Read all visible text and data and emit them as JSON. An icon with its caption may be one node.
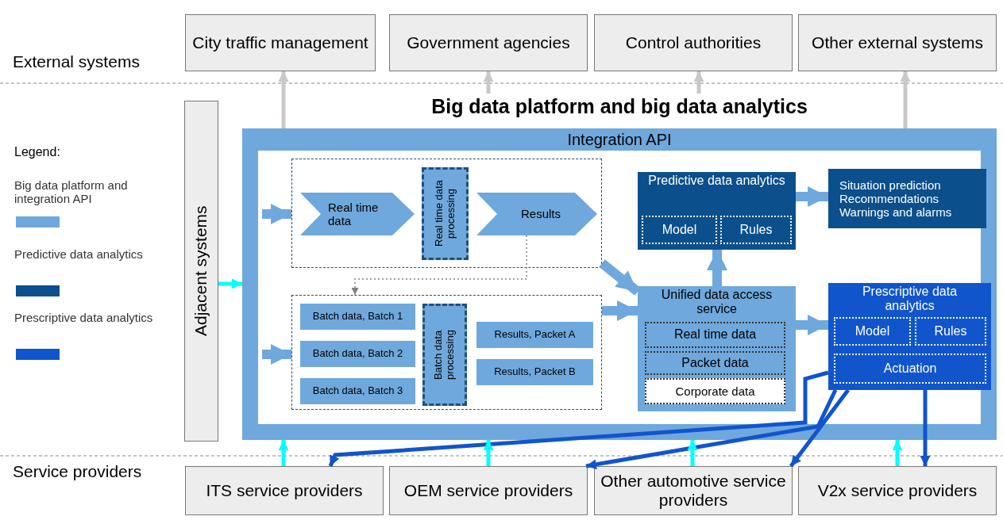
{
  "diagram": {
    "nodes": [
      {
        "text": [
          "City traffic management"
        ]
      },
      {
        "text": [
          "Government agencies"
        ]
      },
      {
        "text": [
          "Control authorities"
        ]
      },
      {
        "text": [
          "Other external systems"
        ]
      },
      {
        "text": [
          "Adjacent systems"
        ]
      },
      {
        "text": [
          "Big data platform and big data analytics",
          "Integration API"
        ]
      },
      {
        "text": [],
        "shape": "box",
        "in": 5
      },
      {
        "text": [
          "Real time data"
        ],
        "in": 6
      },
      {
        "text": [
          "Real time data processing"
        ],
        "in": 6
      },
      {
        "text": [
          "Results"
        ],
        "in": 6
      },
      {
        "text": [],
        "shape": "box",
        "in": 5
      },
      {
        "text": [
          "Batch data, Batch 1"
        ],
        "in": 10
      },
      {
        "text": [
          "Batch data, Batch 2"
        ],
        "in": 10
      },
      {
        "text": [
          "Batch data, Batch 3"
        ],
        "in": 10
      },
      {
        "text": [
          "Batch data processing"
        ],
        "in": 10
      },
      {
        "text": [
          "Results, Packet A"
        ],
        "in": 10
      },
      {
        "text": [
          "Results, Packet B"
        ],
        "in": 10
      },
      {
        "text": [
          "Predictive data analytics"
        ],
        "in": 5
      },
      {
        "text": [
          "Model"
        ],
        "in": 17
      },
      {
        "text": [
          "Rules"
        ],
        "in": 17
      },
      {
        "text": [
          "Situation prediction",
          "Recommendations",
          "Warnings and alarms"
        ],
        "in": 5
      },
      {
        "text": [
          "Unified data access service"
        ],
        "in": 5
      },
      {
        "text": [
          "Real time data"
        ],
        "in": 21
      },
      {
        "text": [
          "Packet data"
        ],
        "in": 21
      },
      {
        "text": [
          "Corporate data"
        ],
        "in": 21
      },
      {
        "text": [
          "Prescriptive data analytics"
        ],
        "in": 5
      },
      {
        "text": [
          "Model"
        ],
        "in": 25
      },
      {
        "text": [
          "Rules"
        ],
        "in": 25
      },
      {
        "text": [
          "Actuation"
        ],
        "in": 25
      },
      {
        "text": [
          "ITS service providers"
        ]
      },
      {
        "text": [
          "OEM service providers"
        ]
      },
      {
        "text": [
          "Other automotive service providers"
        ]
      },
      {
        "text": [
          "V2x service providers"
        ]
      }
    ],
    "edges": [
      {
        "from": 5,
        "to": 0,
        "arrow": "to",
        "color": "#c8c8c8"
      },
      {
        "from": 5,
        "to": 1,
        "arrow": "to",
        "color": "#c8c8c8"
      },
      {
        "from": 5,
        "to": 2,
        "arrow": "to",
        "color": "#c8c8c8"
      },
      {
        "from": 5,
        "to": 3,
        "arrow": "to",
        "color": "#c8c8c8"
      },
      {
        "from": 4,
        "to": 5,
        "arrow": "to",
        "color": "#00ffff"
      },
      {
        "from": null,
        "to": 6,
        "arrow": "to",
        "style": "thick",
        "color": "#6fa8dc"
      },
      {
        "from": null,
        "to": 10,
        "arrow": "to",
        "style": "thick",
        "color": "#6fa8dc"
      },
      {
        "from": 9,
        "to": 10,
        "arrow": "to",
        "style": "dashed",
        "color": "#808080"
      },
      {
        "from": 6,
        "to": 21,
        "arrow": "to",
        "style": "thick",
        "color": "#6fa8dc"
      },
      {
        "from": 10,
        "to": 21,
        "arrow": "to",
        "style": "thick",
        "color": "#6fa8dc"
      },
      {
        "from": 21,
        "to": 17,
        "arrow": "to",
        "style": "thick",
        "color": "#6fa8dc"
      },
      {
        "from": 17,
        "to": 20,
        "arrow": "to",
        "style": "thick",
        "color": "#6fa8dc"
      },
      {
        "from": 21,
        "to": 25,
        "arrow": "to",
        "style": "thick",
        "color": "#6fa8dc"
      },
      {
        "from": 25,
        "to": 29,
        "arrow": "to",
        "color": "#1155cc"
      },
      {
        "from": 25,
        "to": 30,
        "arrow": "to",
        "color": "#1155cc"
      },
      {
        "from": 25,
        "to": 31,
        "arrow": "to",
        "color": "#1155cc"
      },
      {
        "from": 25,
        "to": 32,
        "arrow": "to",
        "color": "#1155cc"
      },
      {
        "from": 29,
        "to": 5,
        "arrow": "to",
        "color": "#00ffff"
      },
      {
        "from": 30,
        "to": 5,
        "arrow": "to",
        "color": "#00ffff"
      },
      {
        "from": 31,
        "to": 5,
        "arrow": "to",
        "color": "#00ffff"
      },
      {
        "from": 32,
        "to": 5,
        "arrow": "to",
        "color": "#00ffff"
      }
    ],
    "labels": [
      "External systems",
      "Legend:",
      "Service providers"
    ],
    "legend": [
      {
        "text": "Big data platform and integration API",
        "color": "#6fa8dc"
      },
      {
        "text": "Predictive data analytics",
        "color": "#0b4f8c"
      },
      {
        "text": "Prescriptive data analytics",
        "color": "#1155cc"
      }
    ]
  }
}
